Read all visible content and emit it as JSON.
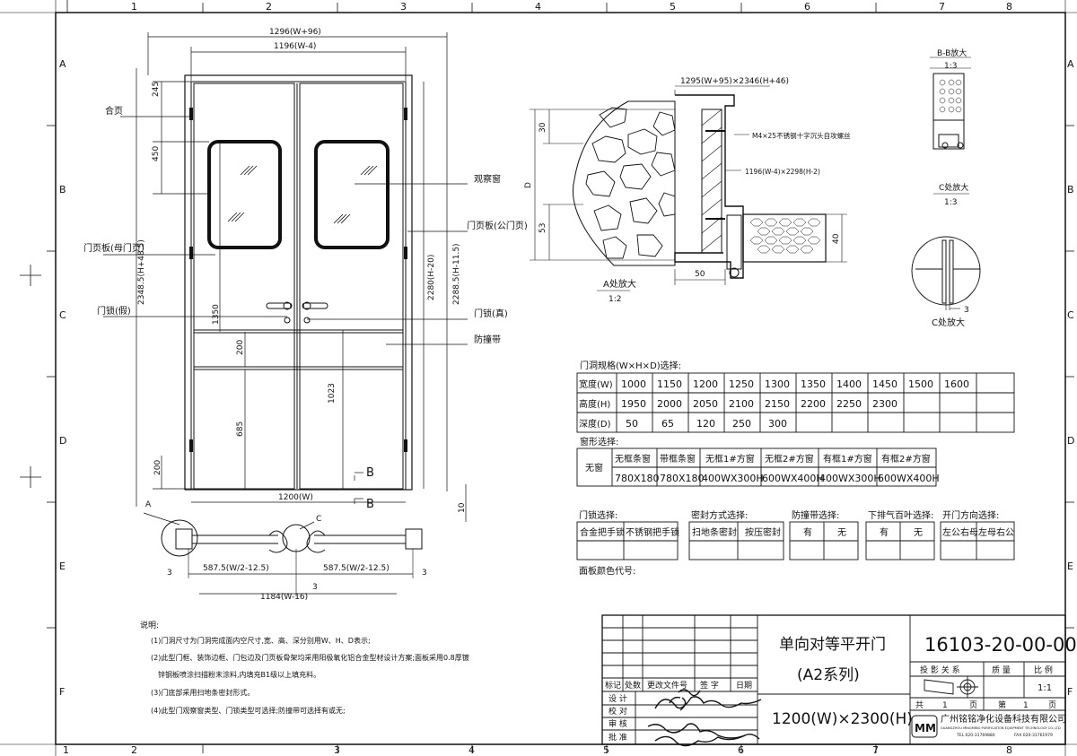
{
  "border": {
    "cols": [
      "1",
      "2",
      "3",
      "4",
      "5",
      "6",
      "7",
      "8"
    ],
    "rows": [
      "A",
      "B",
      "C",
      "D",
      "E",
      "F"
    ]
  },
  "front": {
    "dims": {
      "overall_width": "1296(W+96)",
      "inner_width": "1196(W-4)",
      "d245": "245",
      "d450": "450",
      "d1350": "1350",
      "d200a": "200",
      "d685": "685",
      "d200b": "200",
      "d1023": "1023",
      "h_left": "2348.5(H+48.5)",
      "h_mid": "2280(H-20)",
      "h_right": "2288.5(H-11.5)",
      "bottom_width": "1200(W)",
      "d10": "10"
    },
    "labels": {
      "hinge": "合页",
      "window": "观察窗",
      "door_leaf_master": "门页板(公门页)",
      "door_leaf_slave": "门页板(母门页)",
      "lock_fake": "门锁(假)",
      "lock_real": "门锁(真)",
      "bumper": "防撞带",
      "section_mark": "B"
    }
  },
  "plan": {
    "d1": "587.5(W/2-12.5)",
    "d2": "587.5(W/2-12.5)",
    "d3": "1184(W-16)",
    "three_a": "3",
    "three_b": "3",
    "three_c": "3",
    "mark_a": "A",
    "mark_c": "C"
  },
  "detail_a": {
    "dim_top": "1295(W+95)×2346(H+46)",
    "screw": "M4×25不锈钢十字沉头自攻螺丝",
    "dim_frame": "1196(W-4)×2298(H-2)",
    "d30": "30",
    "d53": "53",
    "dD": "D",
    "d40": "40",
    "d50": "50",
    "title": "A处放大",
    "scale": "1:2"
  },
  "detail_b": {
    "title": "B-B放大",
    "scale": "1:3"
  },
  "detail_c": {
    "title": "C处放大",
    "scale": "1:3",
    "title2": "C处放大",
    "d3": "3"
  },
  "spec": {
    "title": "门洞规格(W×H×D)选择:",
    "rows": [
      {
        "label": "宽度(W)",
        "values": [
          "1000",
          "1150",
          "1200",
          "1250",
          "1300",
          "1350",
          "1400",
          "1450",
          "1500",
          "1600",
          ""
        ]
      },
      {
        "label": "高度(H)",
        "values": [
          "1950",
          "2000",
          "2050",
          "2100",
          "2150",
          "2200",
          "2250",
          "2300",
          "",
          "",
          ""
        ]
      },
      {
        "label": "深度(D)",
        "values": [
          "50",
          "65",
          "120",
          "250",
          "300",
          "",
          "",
          "",
          "",
          "",
          ""
        ]
      }
    ]
  },
  "window_type": {
    "title": "窗形选择:",
    "none": "无窗",
    "options": [
      {
        "a": "无框条窗",
        "b": "780X180"
      },
      {
        "a": "带框条窗",
        "b": "780X180"
      },
      {
        "a": "无框1#方窗",
        "b": "400WX300H"
      },
      {
        "a": "无框2#方窗",
        "b": "600WX400H"
      },
      {
        "a": "有框1#方窗",
        "b": "400WX300H"
      },
      {
        "a": "有框2#方窗",
        "b": "600WX400H"
      }
    ]
  },
  "options": {
    "lock": {
      "title": "门锁选择:",
      "items": [
        "合金把手锁",
        "不锈钢把手锁"
      ]
    },
    "seal": {
      "title": "密封方式选择:",
      "items": [
        "扫地条密封",
        "按压密封"
      ]
    },
    "bumper": {
      "title": "防撞带选择:",
      "items": [
        "有",
        "无"
      ]
    },
    "vent": {
      "title": "下排气百叶选择:",
      "items": [
        "有",
        "无"
      ]
    },
    "direction": {
      "title": "开门方向选择:",
      "items": [
        "左公右母",
        "左母右公"
      ]
    },
    "color": "面板颜色代号:"
  },
  "notes": {
    "title": "说明:",
    "lines": [
      "(1)门洞尺寸为门洞完成面内空尺寸,宽、高、深分别用W、H、D表示;",
      "(2)此型门框、装饰边框、门包边及门页板骨架均采用阳极氧化铝合金型材设计方案;面板采用0.8厚镀",
      "锌钢板喷涂扫描粉末涂料,内填充B1级以上填充料。",
      "(3)门底部采用扫地条密封形式。",
      "(4)此型门观察窗类型、门锁类型可选择;防撞带可选择有或无;"
    ]
  },
  "titleblock": {
    "drawing_no": "16103-20-00-00",
    "name1": "单向对等平开门",
    "name2": "(A2系列)",
    "size": "1200(W)×2300(H)",
    "hdr": [
      "标记",
      "处数",
      "更改文件号",
      "签 字",
      "日期"
    ],
    "roles": [
      "设 计",
      "校 对",
      "审 核",
      "批 准"
    ],
    "proj": "投 影 关 系",
    "weight": "质 量",
    "ratio": "比 例",
    "scale": "1:1",
    "total": "共",
    "one1": "1",
    "page": "页",
    "no": "第",
    "one2": "1",
    "page2": "页",
    "company": "广州铭铭净化设备科技有限公司",
    "company_en": "GUANGZHOU MINGMING PURIFICATION EQUIPMENT TECHNOLOGY CO.,LTD",
    "tel": "TEL 020-31769880",
    "fax": "FAX 020-31761979",
    "logo": "MM"
  }
}
